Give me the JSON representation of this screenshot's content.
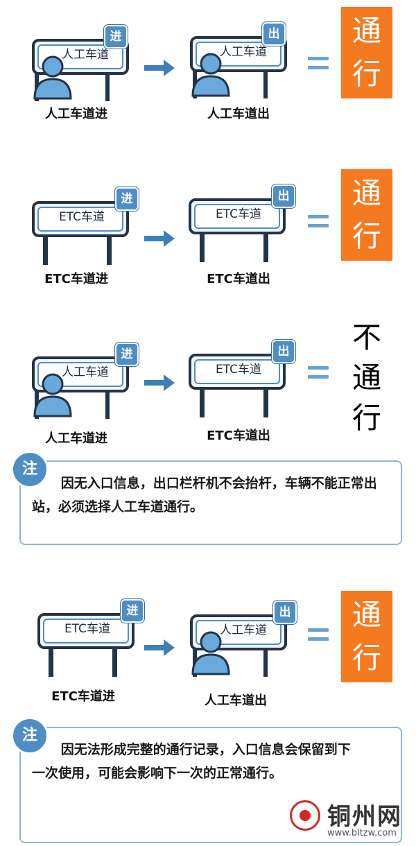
{
  "rows": [
    {
      "entry": {
        "sign": "人工车道",
        "tag": "进",
        "caption": "人工车道进"
      },
      "exit": {
        "sign": "人工车道",
        "tag": "出",
        "caption": "人工车道出"
      },
      "result": {
        "chars": [
          "通",
          "行"
        ]
      }
    },
    {
      "entry": {
        "sign": "ETC车道",
        "tag": "进",
        "caption": "ETC车道进"
      },
      "exit": {
        "sign": "ETC车道",
        "tag": "出",
        "caption": "ETC车道出"
      },
      "result": {
        "chars": [
          "通",
          "行"
        ]
      }
    },
    {
      "entry": {
        "sign": "人工车道",
        "tag": "进",
        "caption": "人工车道进"
      },
      "exit": {
        "sign": "ETC车道",
        "tag": "出",
        "caption": "ETC车道出"
      },
      "result": {
        "chars": [
          "不",
          "通",
          "行"
        ]
      }
    },
    {
      "entry": {
        "sign": "ETC车道",
        "tag": "进",
        "caption": "ETC车道进"
      },
      "exit": {
        "sign": "人工车道",
        "tag": "出",
        "caption": "人工车道出"
      },
      "result": {
        "chars": [
          "通",
          "行"
        ]
      }
    }
  ],
  "notes": [
    {
      "badge": "注",
      "text": "因无入口信息，出口栏杆机不会抬杆，车辆不能正常出站，必须选择人工车道通行。"
    },
    {
      "badge": "注",
      "text": "因无法形成完整的通行记录，入口信息会保留到下一次使用，可能会影响下一次的正常通行。"
    }
  ],
  "watermark": {
    "name": "铜州网",
    "url": "www.bltzw.com"
  },
  "colors": {
    "accent_blue": "#4f8ec4",
    "result_orange": "#f57a1f",
    "border_dark": "#243447"
  },
  "icons": {
    "arrow": "arrow-right-icon",
    "equals": "equals-icon",
    "person": "person-icon"
  }
}
